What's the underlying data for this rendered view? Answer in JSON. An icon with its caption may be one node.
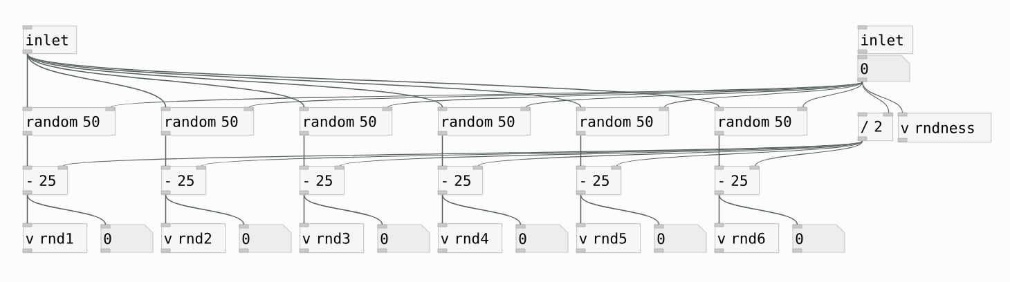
{
  "diagram": {
    "nodes": [
      {
        "text": [
          "inlet"
        ]
      },
      {
        "text": [
          "inlet"
        ]
      },
      {
        "text": [
          "0"
        ]
      },
      {
        "text": [
          "random 50"
        ]
      },
      {
        "text": [
          "random 50"
        ]
      },
      {
        "text": [
          "random 50"
        ]
      },
      {
        "text": [
          "random 50"
        ]
      },
      {
        "text": [
          "random 50"
        ]
      },
      {
        "text": [
          "random 50"
        ]
      },
      {
        "text": [
          "/ 2"
        ]
      },
      {
        "text": [
          "v rndness"
        ]
      },
      {
        "text": [
          "- 25"
        ]
      },
      {
        "text": [
          "- 25"
        ]
      },
      {
        "text": [
          "- 25"
        ]
      },
      {
        "text": [
          "- 25"
        ]
      },
      {
        "text": [
          "- 25"
        ]
      },
      {
        "text": [
          "- 25"
        ]
      },
      {
        "text": [
          "v rnd1"
        ]
      },
      {
        "text": [
          "0"
        ]
      },
      {
        "text": [
          "v rnd2"
        ]
      },
      {
        "text": [
          "0"
        ]
      },
      {
        "text": [
          "v rnd3"
        ]
      },
      {
        "text": [
          "0"
        ]
      },
      {
        "text": [
          "v rnd4"
        ]
      },
      {
        "text": [
          "0"
        ]
      },
      {
        "text": [
          "v rnd5"
        ]
      },
      {
        "text": [
          "0"
        ]
      },
      {
        "text": [
          "v rnd6"
        ]
      },
      {
        "text": [
          "0"
        ]
      }
    ],
    "edges": [
      {
        "from": 0,
        "to": 3,
        "arrow": "none"
      },
      {
        "from": 0,
        "to": 4,
        "arrow": "none"
      },
      {
        "from": 0,
        "to": 5,
        "arrow": "none"
      },
      {
        "from": 0,
        "to": 6,
        "arrow": "none"
      },
      {
        "from": 0,
        "to": 7,
        "arrow": "none"
      },
      {
        "from": 0,
        "to": 8,
        "arrow": "none"
      },
      {
        "from": 2,
        "to": 3,
        "arrow": "none"
      },
      {
        "from": 2,
        "to": 4,
        "arrow": "none"
      },
      {
        "from": 2,
        "to": 5,
        "arrow": "none"
      },
      {
        "from": 2,
        "to": 6,
        "arrow": "none"
      },
      {
        "from": 2,
        "to": 7,
        "arrow": "none"
      },
      {
        "from": 2,
        "to": 8,
        "arrow": "none"
      },
      {
        "from": 2,
        "to": 9,
        "arrow": "none"
      },
      {
        "from": 2,
        "to": 10,
        "arrow": "none"
      },
      {
        "from": 3,
        "to": 11,
        "arrow": "none"
      },
      {
        "from": 4,
        "to": 12,
        "arrow": "none"
      },
      {
        "from": 5,
        "to": 13,
        "arrow": "none"
      },
      {
        "from": 6,
        "to": 14,
        "arrow": "none"
      },
      {
        "from": 7,
        "to": 15,
        "arrow": "none"
      },
      {
        "from": 8,
        "to": 16,
        "arrow": "none"
      },
      {
        "from": 9,
        "to": 11,
        "arrow": "none"
      },
      {
        "from": 9,
        "to": 12,
        "arrow": "none"
      },
      {
        "from": 9,
        "to": 13,
        "arrow": "none"
      },
      {
        "from": 9,
        "to": 14,
        "arrow": "none"
      },
      {
        "from": 9,
        "to": 15,
        "arrow": "none"
      },
      {
        "from": 9,
        "to": 16,
        "arrow": "none"
      },
      {
        "from": 11,
        "to": 17,
        "arrow": "none"
      },
      {
        "from": 11,
        "to": 18,
        "arrow": "none"
      },
      {
        "from": 12,
        "to": 19,
        "arrow": "none"
      },
      {
        "from": 12,
        "to": 20,
        "arrow": "none"
      },
      {
        "from": 13,
        "to": 21,
        "arrow": "none"
      },
      {
        "from": 13,
        "to": 22,
        "arrow": "none"
      },
      {
        "from": 14,
        "to": 23,
        "arrow": "none"
      },
      {
        "from": 14,
        "to": 24,
        "arrow": "none"
      },
      {
        "from": 15,
        "to": 25,
        "arrow": "none"
      },
      {
        "from": 15,
        "to": 26,
        "arrow": "none"
      },
      {
        "from": 16,
        "to": 27,
        "arrow": "none"
      },
      {
        "from": 16,
        "to": 28,
        "arrow": "none"
      }
    ]
  }
}
